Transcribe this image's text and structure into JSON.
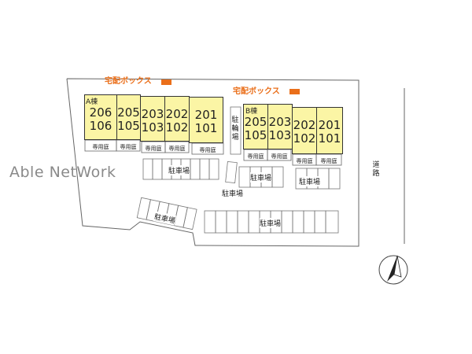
{
  "watermark": "Able NetWork",
  "delivery_box": "宅配ボックス",
  "building_a": {
    "label": "A棟",
    "units": [
      {
        "upper": "206",
        "lower": "106"
      },
      {
        "upper": "205",
        "lower": "105"
      },
      {
        "upper": "203",
        "lower": "103"
      },
      {
        "upper": "202",
        "lower": "102"
      },
      {
        "upper": "201",
        "lower": "101"
      }
    ]
  },
  "building_b": {
    "label": "B棟",
    "units": [
      {
        "upper": "205",
        "lower": "105"
      },
      {
        "upper": "203",
        "lower": "103"
      },
      {
        "upper": "202",
        "lower": "102"
      },
      {
        "upper": "201",
        "lower": "101"
      }
    ]
  },
  "private_garden": "専用庭",
  "bicycle_parking": "駐輪場",
  "parking": "駐車場",
  "road": "道路",
  "colors": {
    "unit_fill": "#fbf5a5",
    "accent": "#ea6f1a",
    "watermark": "#8a8a8a"
  }
}
